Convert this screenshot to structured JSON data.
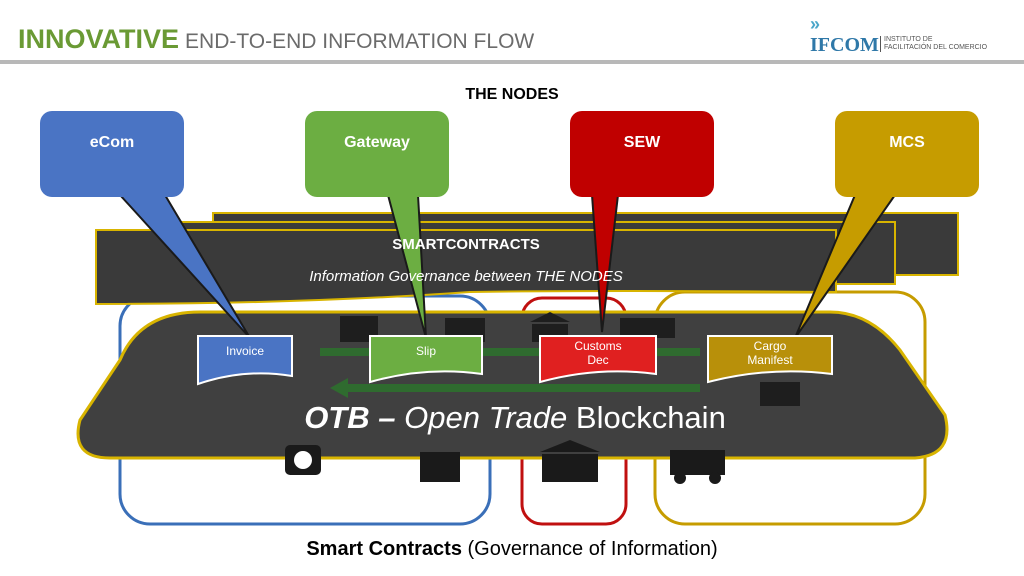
{
  "header": {
    "title_bold": "INNOVATIVE",
    "title_rest": "END-TO-END INFORMATION FLOW"
  },
  "logo": {
    "mark": "»",
    "name": "IFCOM",
    "subtitle_line1": "INSTITUTO DE",
    "subtitle_line2": "FACILITACIÓN DEL COMERCIO"
  },
  "diagram": {
    "heading": "THE NODES",
    "nodes": [
      {
        "label": "eCom",
        "color": "#4a74c4"
      },
      {
        "label": "Gateway",
        "color": "#6cae42"
      },
      {
        "label": "SEW",
        "color": "#c00000"
      },
      {
        "label": "MCS",
        "color": "#c69c00"
      }
    ],
    "smartcontracts": {
      "title": "SMARTCONTRACTS",
      "subtitle": "Information Governance between THE NODES"
    },
    "documents": [
      {
        "line1": "Invoice",
        "line2": "",
        "color": "#4a74c4"
      },
      {
        "line1": "Slip",
        "line2": "",
        "color": "#6cae42"
      },
      {
        "line1": "Customs",
        "line2": "Dec",
        "color": "#e02020"
      },
      {
        "line1": "Cargo",
        "line2": "Manifest",
        "color": "#b8900a"
      }
    ],
    "otb": {
      "acronym": "OTB",
      "dash": "–",
      "open_trade": "Open Trade",
      "blockchain": "Blockchain"
    },
    "icons": [
      "computer-icon",
      "factory-icon",
      "bank-icon",
      "truck-icon",
      "camera-icon",
      "ship-icon",
      "warehouse-icon",
      "arrow-icon"
    ]
  },
  "footer": {
    "bold": "Smart Contracts",
    "rest": "(Governance of Information)"
  }
}
